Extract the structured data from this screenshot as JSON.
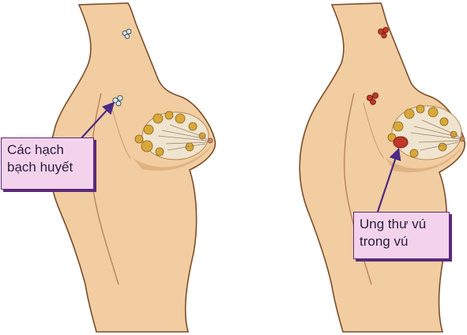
{
  "figure": {
    "left_panel": {
      "label_lines": [
        "Các hạch",
        "bạch huyết"
      ]
    },
    "right_panel": {
      "label_lines": [
        "Ung thư vú",
        "trong vú"
      ]
    }
  },
  "colors": {
    "skin": "#f1cda1",
    "skin_shadow": "#d8a878",
    "outline": "#7a4e2c",
    "gland_yellow": "#d9a83a",
    "gland_white": "#f4efe3",
    "lymph_normal": "#d8e4e8",
    "tumor_red": "#c0392b",
    "arrow": "#4b2a86",
    "callout_fill": "#f3d3ec",
    "callout_border": "#5a2a7a"
  }
}
